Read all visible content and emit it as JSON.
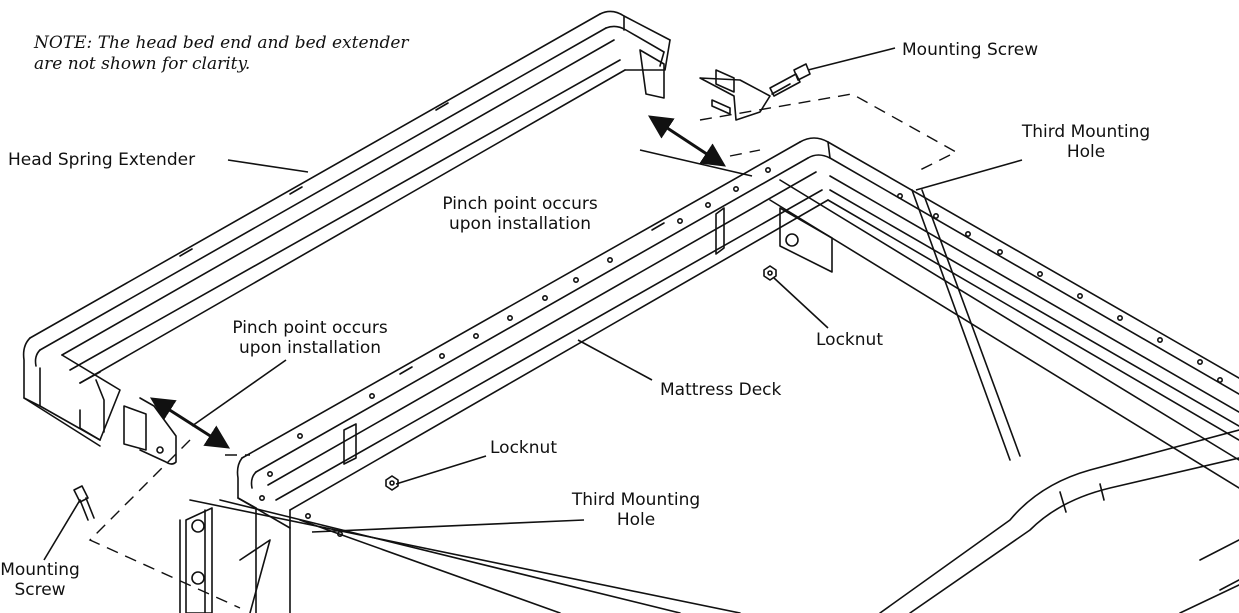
{
  "note": {
    "line1": "NOTE: The head bed end and bed extender",
    "line2": "are not shown for clarity."
  },
  "labels": {
    "mounting_screw_top": "Mounting Screw",
    "head_spring_extender": "Head Spring Extender",
    "third_hole_top_line1": "Third Mounting",
    "third_hole_top_line2": "Hole",
    "pinch_top_line1": "Pinch point occurs",
    "pinch_top_line2": "upon installation",
    "pinch_left_line1": "Pinch point occurs",
    "pinch_left_line2": "upon installation",
    "locknut_right": "Locknut",
    "mattress_deck": "Mattress Deck",
    "locknut_bottom": "Locknut",
    "third_hole_bottom_line1": "Third Mounting",
    "third_hole_bottom_line2": "Hole",
    "mounting_screw_bottom_line1": "Mounting",
    "mounting_screw_bottom_line2": "Screw"
  },
  "colors": {
    "line": "#111111",
    "background": "#ffffff"
  }
}
